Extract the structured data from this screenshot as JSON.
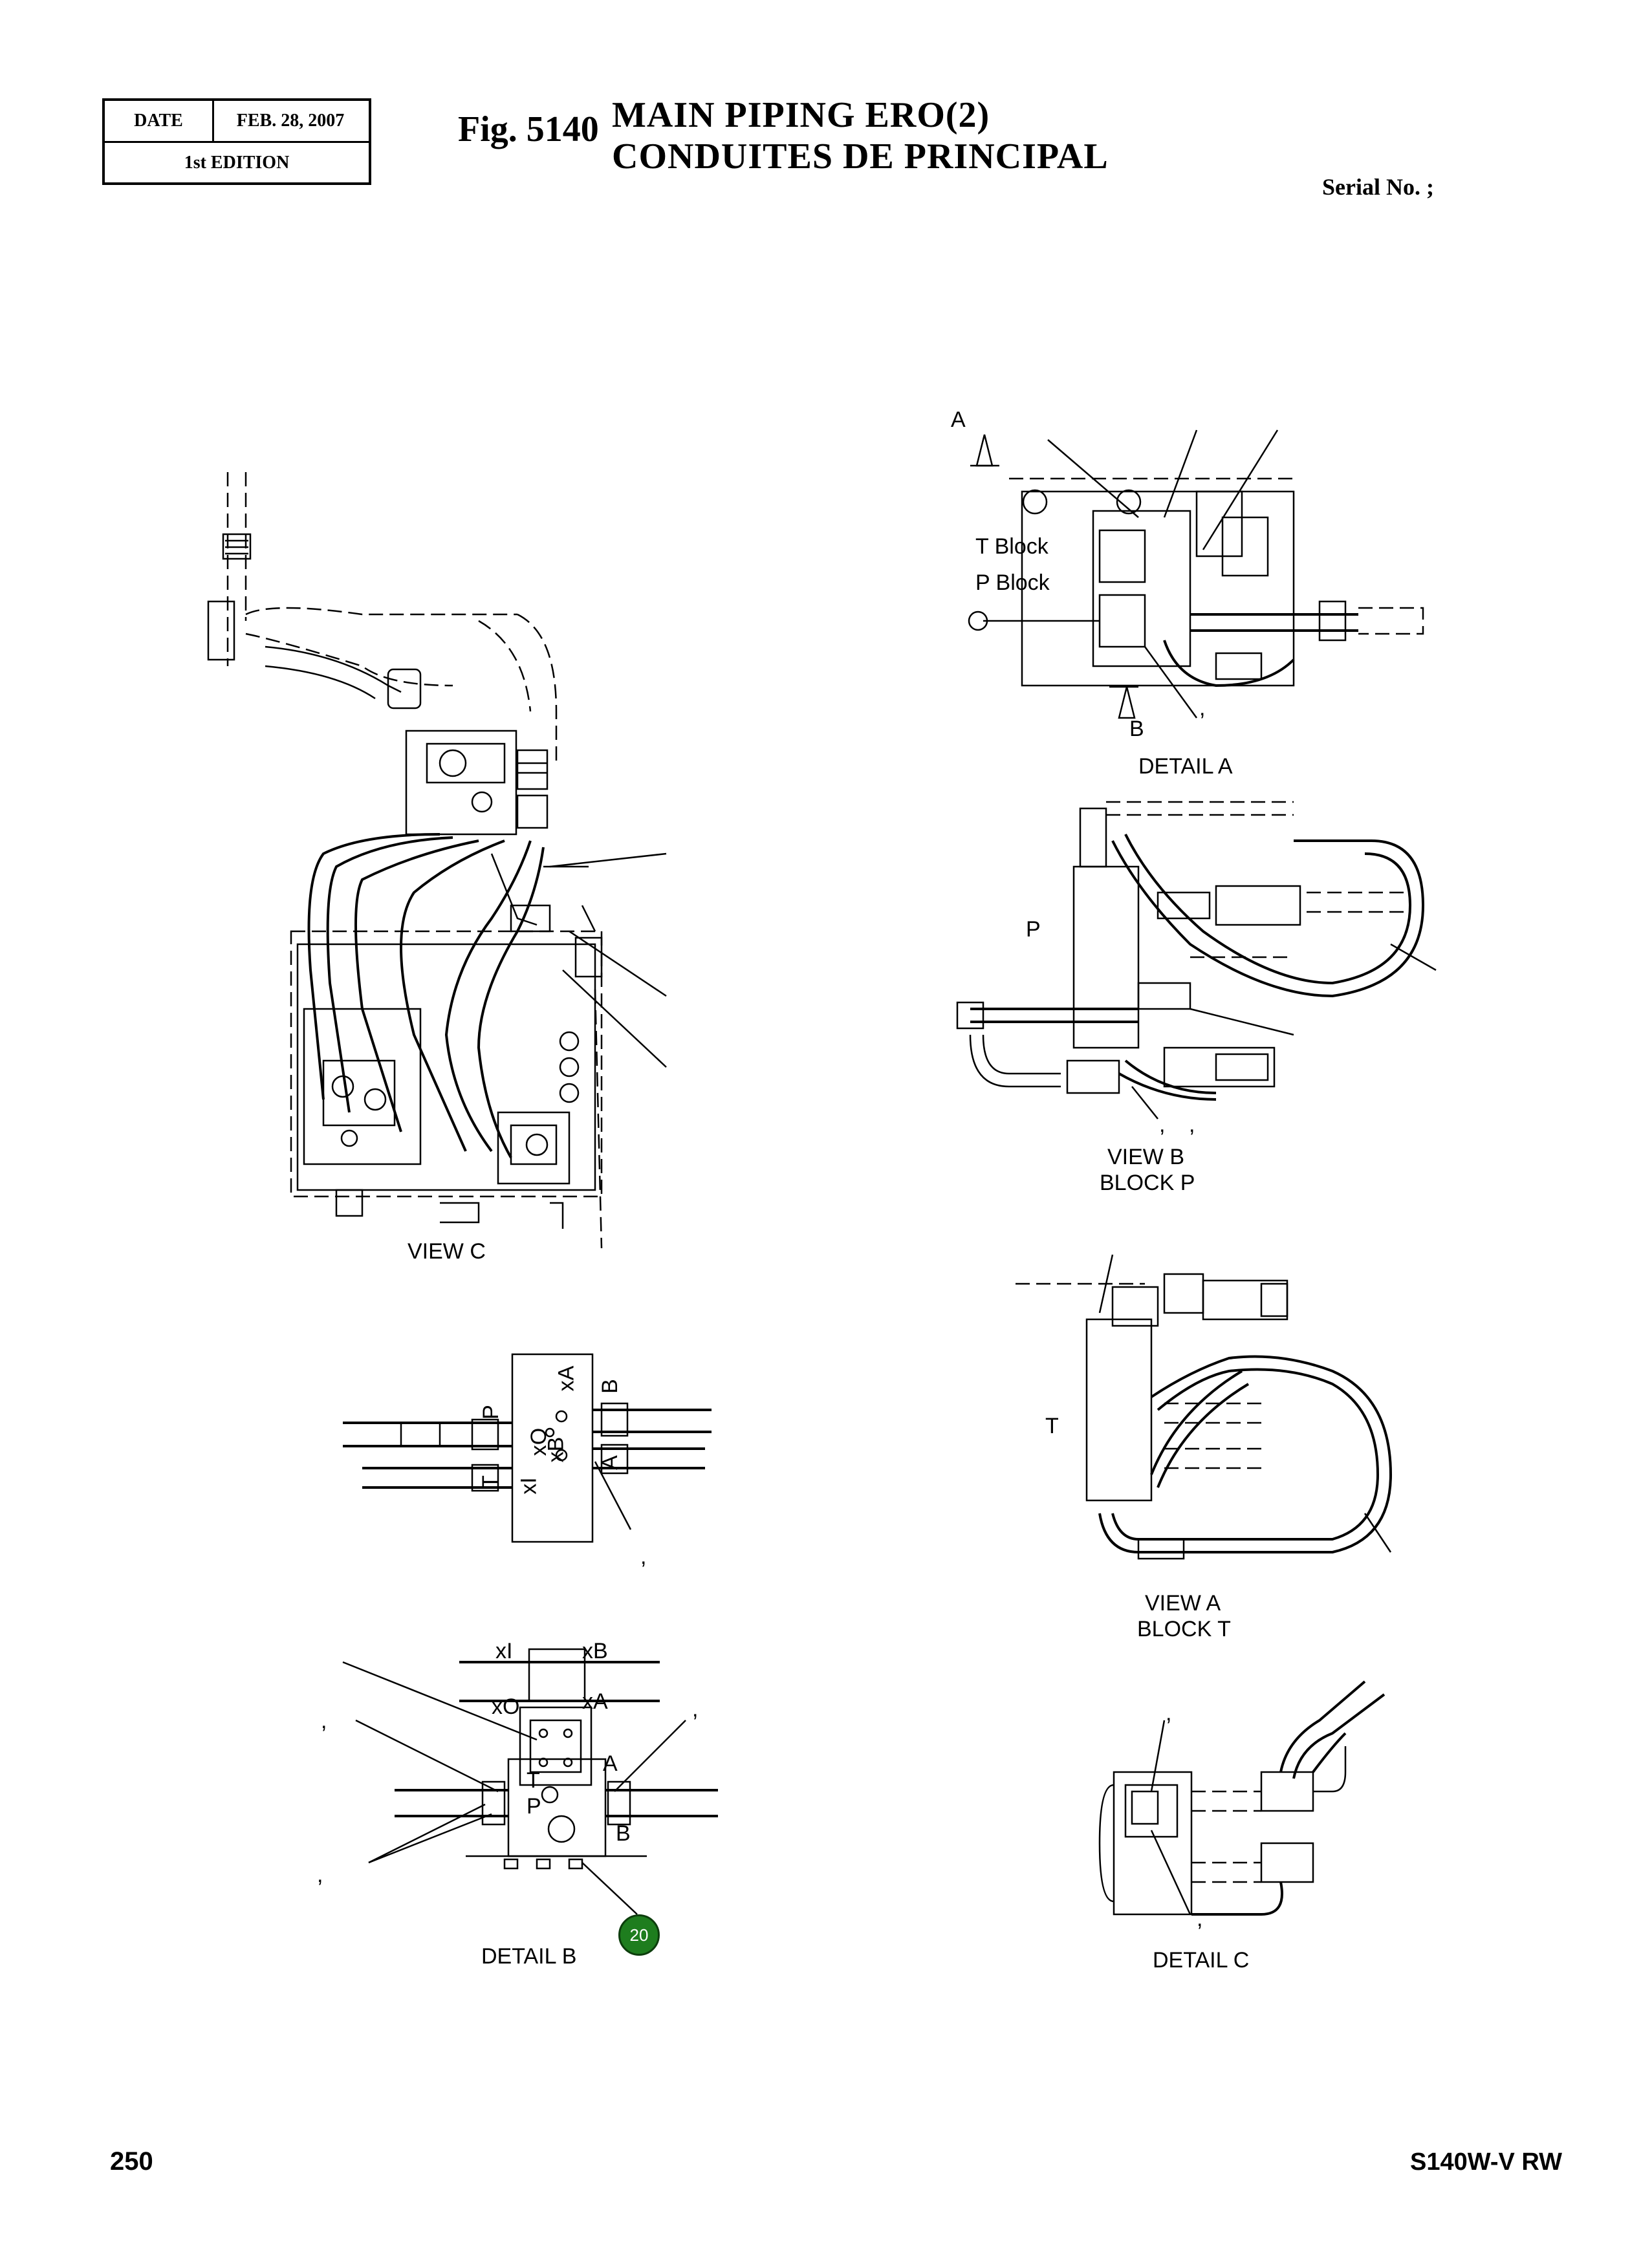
{
  "header": {
    "date_label": "DATE",
    "date_value": "FEB. 28, 2007",
    "edition": "1st EDITION",
    "fig_number": "Fig. 5140",
    "title_en": "MAIN  PIPING  ERO(2)",
    "title_fr": "CONDUITES  DE  PRINCIPAL",
    "serial": "Serial No. ;"
  },
  "detail_a": {
    "caption": "DETAIL A",
    "arrow_a": "A",
    "arrow_b": "B",
    "t_block": "T Block",
    "p_block": "P Block",
    "comma": ","
  },
  "view_b": {
    "caption_line1": "VIEW  B",
    "caption_line2": "BLOCK P",
    "port_p": "P",
    "comma": ",",
    "comma2": ","
  },
  "view_c": {
    "caption": "VIEW C"
  },
  "view_a": {
    "caption_line1": "VIEW A",
    "caption_line2": "BLOCK T",
    "port_t": "T"
  },
  "block_ports": {
    "p": "P",
    "t": "T",
    "xi": "xI",
    "xo": "xO",
    "xb": "xB",
    "xa": "xA",
    "b": "B",
    "a": "A",
    "comma": ","
  },
  "detail_b": {
    "caption": "DETAIL  B",
    "xi": "xI",
    "xb": "xB",
    "xo": "xO",
    "xa": "xA",
    "a": "A",
    "t": "T",
    "p": "P",
    "b": "B",
    "comma_left1": ",",
    "comma_left2": ",",
    "comma_right": ",",
    "callout": "20",
    "callout_color": "#1e7d1e"
  },
  "detail_c": {
    "caption": "DETAIL  C",
    "comma_top": ",",
    "comma_bottom": ","
  },
  "footer": {
    "page": "250",
    "model": "S140W-V RW"
  }
}
